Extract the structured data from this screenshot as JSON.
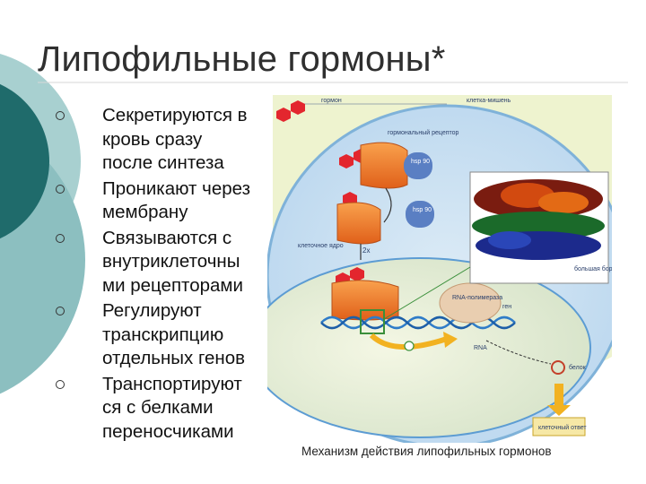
{
  "slide": {
    "title": "Липофильные гормоны*",
    "bullets": [
      {
        "lines": [
          "Секретируются в",
          "кровь сразу",
          "после синтеза"
        ]
      },
      {
        "lines": [
          "Проникают через",
          "мембрану"
        ]
      },
      {
        "lines": [
          "Связываются с",
          "внутриклеточны",
          "ми рецепторами"
        ]
      },
      {
        "lines": [
          "Регулируют",
          "транскрипцию",
          "отдельных генов"
        ]
      },
      {
        "lines": [
          "Транспортируют",
          "ся с белками",
          "переносчиками"
        ]
      }
    ]
  },
  "figure": {
    "caption": "Механизм действия липофильных гормонов",
    "labels": {
      "hormone": "гормон",
      "target_cell": "клетка-мишень",
      "receptor": "гормональный рецептор",
      "hsp1": "hsp 90",
      "hsp2": "hsp 90",
      "nucleus": "клеточное ядро",
      "dimer": "2x",
      "rna_polymerase": "RNA-полимераза",
      "gene": "ген",
      "rna": "RNA",
      "protein": "белок",
      "big_groove": "большая бороздка",
      "cell_response": "клеточный ответ"
    }
  },
  "colors": {
    "teal_dark": "#1f6b6b",
    "teal_light": "#8fc1c1",
    "cell_fill": "#cfe3f2",
    "cell_outer": "#e9f1c4",
    "receptor": "#f07a22",
    "hormone": "#e3262e",
    "arrow": "#f2b221"
  }
}
